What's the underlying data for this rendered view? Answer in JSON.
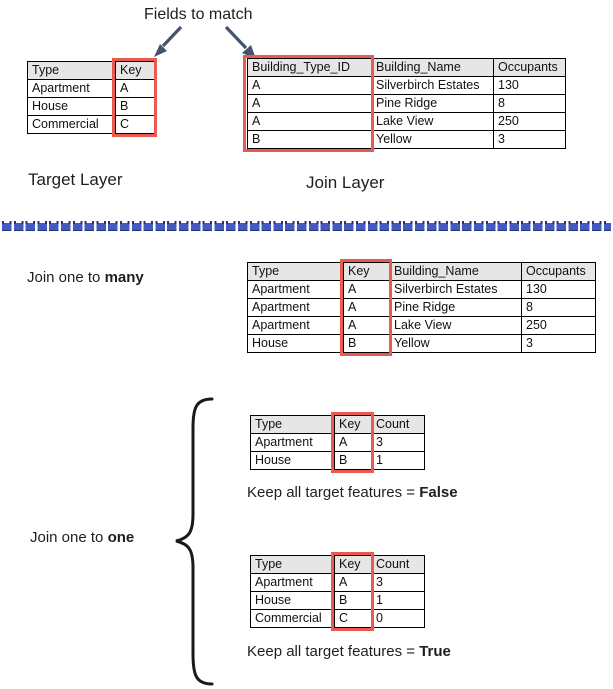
{
  "title": "Fields to match",
  "target_layer": {
    "label": "Target Layer",
    "table": {
      "headers": [
        "Type",
        "Key"
      ],
      "rows": [
        [
          "Apartment",
          "A"
        ],
        [
          "House",
          "B"
        ],
        [
          "Commercial",
          "C"
        ]
      ],
      "key_column": "Key"
    }
  },
  "join_layer": {
    "label": "Join Layer",
    "table": {
      "headers": [
        "Building_Type_ID",
        "Building_Name",
        "Occupants"
      ],
      "rows": [
        [
          "A",
          "Silverbirch Estates",
          "130"
        ],
        [
          "A",
          "Pine Ridge",
          "8"
        ],
        [
          "A",
          "Lake View",
          "250"
        ],
        [
          "B",
          "Yellow",
          "3"
        ]
      ],
      "key_column": "Building_Type_ID"
    }
  },
  "join_one_to_many": {
    "label_prefix": "Join one to ",
    "label_bold": "many",
    "table": {
      "headers": [
        "Type",
        "Key",
        "Building_Name",
        "Occupants"
      ],
      "rows": [
        [
          "Apartment",
          "A",
          "Silverbirch Estates",
          "130"
        ],
        [
          "Apartment",
          "A",
          "Pine Ridge",
          "8"
        ],
        [
          "Apartment",
          "A",
          "Lake View",
          "250"
        ],
        [
          "House",
          "B",
          "Yellow",
          "3"
        ]
      ],
      "key_column": "Key"
    }
  },
  "join_one_to_one": {
    "label_prefix": "Join one to ",
    "label_bold": "one",
    "false_case": {
      "table": {
        "headers": [
          "Type",
          "Key",
          "Count"
        ],
        "rows": [
          [
            "Apartment",
            "A",
            "3"
          ],
          [
            "House",
            "B",
            "1"
          ]
        ],
        "key_column": "Key"
      },
      "caption_prefix": "Keep all target features = ",
      "caption_bold": "False"
    },
    "true_case": {
      "table": {
        "headers": [
          "Type",
          "Key",
          "Count"
        ],
        "rows": [
          [
            "Apartment",
            "A",
            "3"
          ],
          [
            "House",
            "B",
            "1"
          ],
          [
            "Commercial",
            "C",
            "0"
          ]
        ],
        "key_column": "Key"
      },
      "caption_prefix": "Keep all target features = ",
      "caption_bold": "True"
    }
  },
  "colors": {
    "key_highlight": "#e85a52",
    "arrow": "#44546a",
    "divider_blue": "#4459c1",
    "divider_navy": "#1f3864",
    "header_bg": "#e7e6e6"
  }
}
